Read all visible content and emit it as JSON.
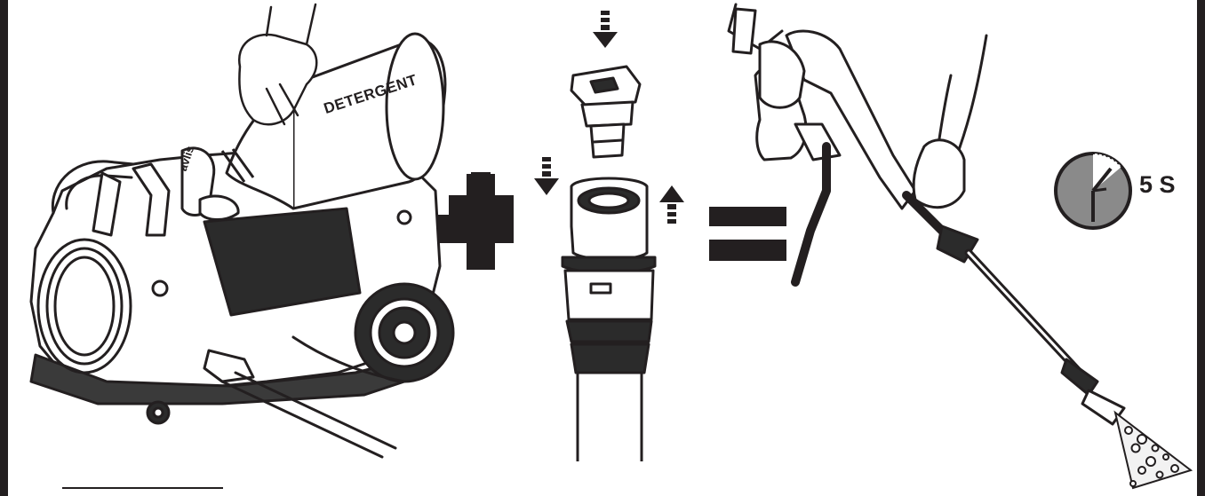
{
  "labels": {
    "detergent": "DETERGENT",
    "timer": "5 S",
    "brand": "avlis"
  },
  "icons": {
    "plus": "plus-sign-icon",
    "equals": "equals-sign-icon",
    "arrow": "down-arrow-icon",
    "timer": "stopwatch-icon"
  },
  "colors": {
    "ink": "#231f20",
    "timer_face": "#8a8a8a"
  }
}
